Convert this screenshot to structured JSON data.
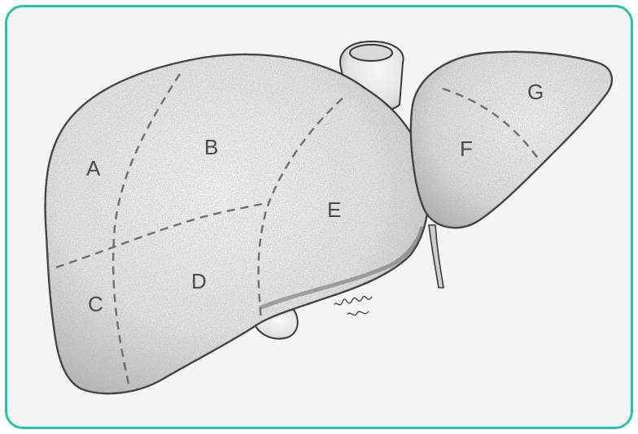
{
  "diagram": {
    "segments": [
      {
        "id": "A",
        "label": "A"
      },
      {
        "id": "B",
        "label": "B"
      },
      {
        "id": "C",
        "label": "C"
      },
      {
        "id": "D",
        "label": "D"
      },
      {
        "id": "E",
        "label": "E"
      },
      {
        "id": "F",
        "label": "F"
      },
      {
        "id": "G",
        "label": "G"
      }
    ],
    "colors": {
      "frame_border": "#2cc2a5",
      "background": "#f4f4f4",
      "outline": "#3a3a3a",
      "shading": "#bdbdbd",
      "divider": "#6e6e6e"
    }
  }
}
